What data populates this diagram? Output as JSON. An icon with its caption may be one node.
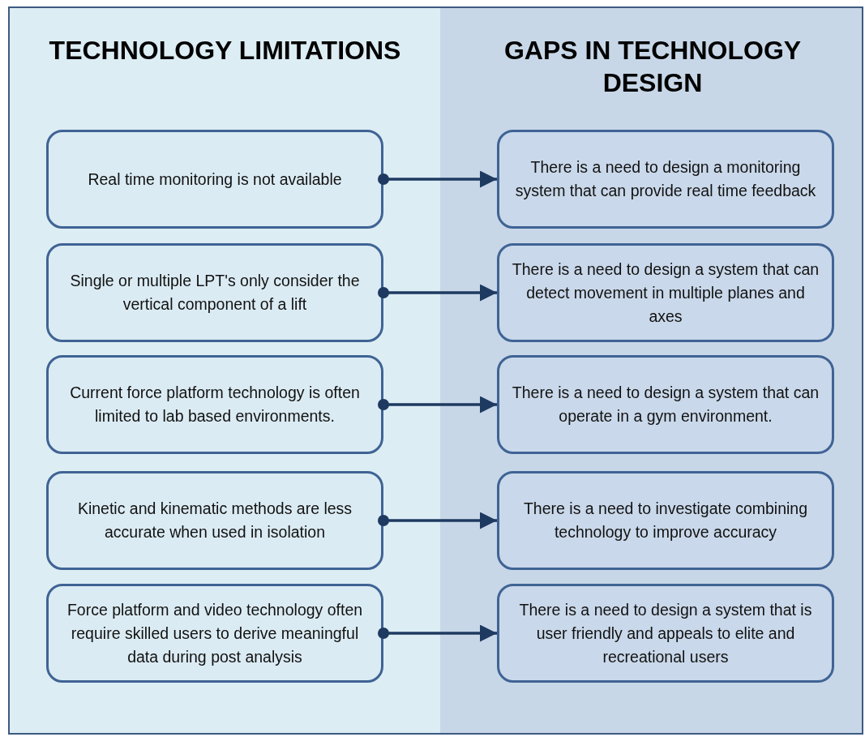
{
  "diagram": {
    "nodes": [
      {
        "text": [
          "TECHNOLOGY LIMITATIONS"
        ]
      },
      {
        "text": [
          "Real time monitoring is not available"
        ],
        "in": 0
      },
      {
        "text": [
          "Single or multiple LPT's only consider the vertical component of a lift"
        ],
        "in": 0
      },
      {
        "text": [
          "Current force platform technology is often limited to lab based environments."
        ],
        "in": 0
      },
      {
        "text": [
          "Kinetic and kinematic methods are less accurate when used in isolation"
        ],
        "in": 0
      },
      {
        "text": [
          "Force platform and video technology often require skilled users to derive meaningful data during post analysis"
        ],
        "in": 0
      },
      {
        "text": [
          "GAPS IN TECHNOLOGY DESIGN"
        ]
      },
      {
        "text": [
          "There is a need to design a monitoring system that can provide real time feedback"
        ],
        "in": 6
      },
      {
        "text": [
          "There is a need to design a system that can detect movement in multiple planes and axes"
        ],
        "in": 6
      },
      {
        "text": [
          "There is a need to design a system that can operate in a gym environment."
        ],
        "in": 6
      },
      {
        "text": [
          "There is a need to investigate combining technology to improve accuracy"
        ],
        "in": 6
      },
      {
        "text": [
          "There is a need to design a system that is user friendly and appeals to elite and recreational users"
        ],
        "in": 6
      }
    ],
    "edges": [
      {
        "from": 1,
        "to": 7,
        "arrow": "to"
      },
      {
        "from": 2,
        "to": 8,
        "arrow": "to"
      },
      {
        "from": 3,
        "to": 9,
        "arrow": "to"
      },
      {
        "from": 4,
        "to": 10,
        "arrow": "to"
      },
      {
        "from": 5,
        "to": 11,
        "arrow": "to"
      }
    ]
  }
}
